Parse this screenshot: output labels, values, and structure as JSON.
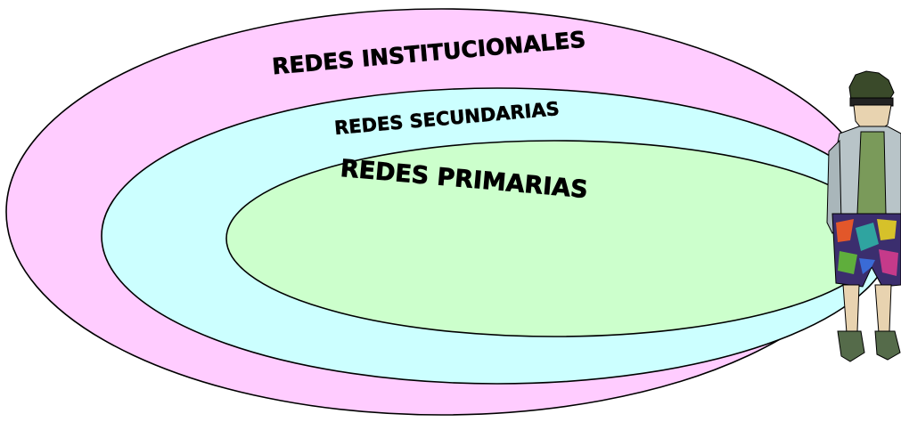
{
  "diagram": {
    "outer": {
      "label": "REDES INSTITUCIONALES",
      "fill": "#ffccff"
    },
    "middle": {
      "label": "REDES SECUNDARIAS",
      "fill": "#ccffff"
    },
    "inner": {
      "label": "REDES PRIMARIAS",
      "fill": "#ccffcc"
    },
    "stroke": "#000000"
  },
  "figure": {
    "icon": "person-clipart-icon"
  }
}
